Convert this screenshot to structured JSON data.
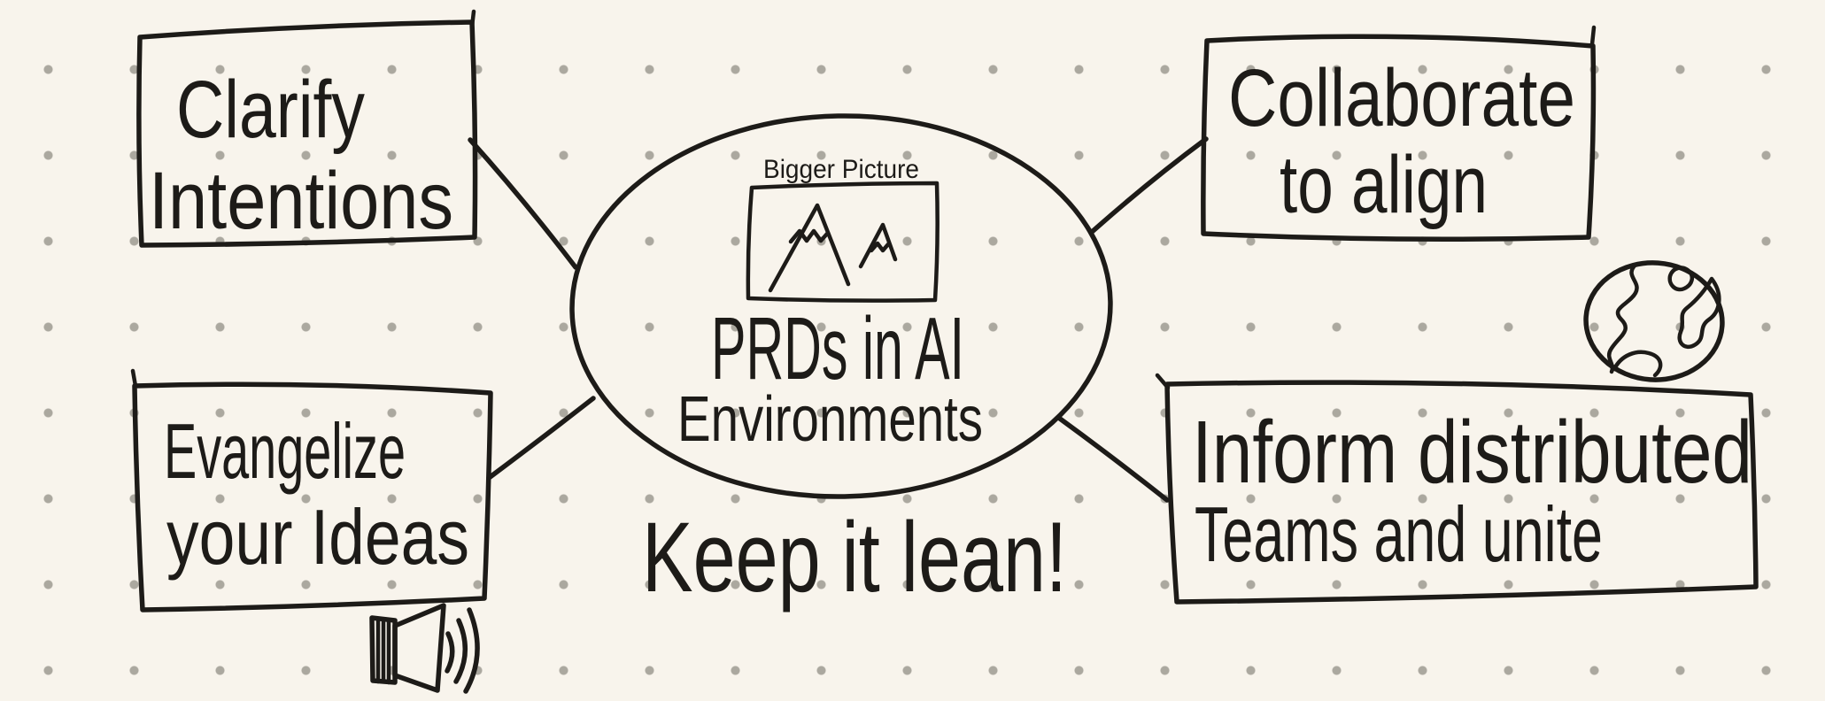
{
  "diagram": {
    "background": {
      "paper_color": "#f8f4ec",
      "dot_color": "#aba89f",
      "ink_color": "#1d1b18"
    },
    "center_topic": {
      "caption": "Bigger Picture",
      "title_line1": "PRDs in AI",
      "title_line2": "Environments"
    },
    "nodes": {
      "clarify": {
        "line1": "Clarify",
        "line2": "Intentions"
      },
      "collaborate": {
        "line1": "Collaborate",
        "line2": "to align"
      },
      "evangelize": {
        "line1": "Evangelize",
        "line2": "your Ideas"
      },
      "inform": {
        "line1": "Inform distributed",
        "line2": "Teams and unite"
      }
    },
    "tagline": "Keep it lean!",
    "icons": [
      {
        "name": "mountain-picture-icon",
        "meaning": "bigger picture sketch of two mountains in a frame"
      },
      {
        "name": "speaker-icon",
        "meaning": "loudspeaker with sound waves"
      },
      {
        "name": "globe-icon",
        "meaning": "earth with continents"
      }
    ]
  }
}
